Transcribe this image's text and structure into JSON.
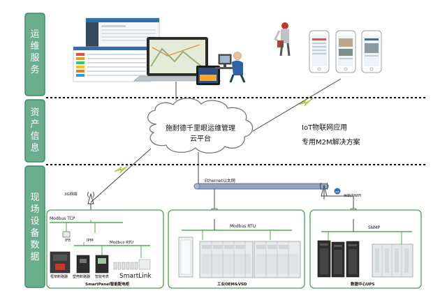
{
  "layers": [
    {
      "chars": [
        "运",
        "维",
        "服",
        "务"
      ]
    },
    {
      "chars": [
        "资",
        "产",
        "信",
        "息"
      ]
    },
    {
      "chars": [
        "现",
        "场",
        "设",
        "备",
        "数",
        "据"
      ]
    }
  ],
  "cloud": {
    "line1": "施耐德千里眼运维管理",
    "line2": "云平台"
  },
  "iot": {
    "line1": "IoT物联网应用",
    "line2": "专用M2M解决方案"
  },
  "network": {
    "ethernet": "Ethernet以太网",
    "g3": "3G网络",
    "wifi_label": "休斯内WiFi",
    "wifi_tag": "WiFi"
  },
  "panel1": {
    "modbus_tcp": "Modbus TCP",
    "ife": "IFE",
    "ipm": "IPM",
    "modbus_rtu": "Modbus RTU",
    "device_labels": [
      "框架断路器",
      "塑壳断路器",
      "智能电表"
    ],
    "smartlink": "SmartLink",
    "title": "SmartPanel智能配电柜"
  },
  "panel2": {
    "bus": "Modbus RTU",
    "title": "工业OEM&VSD"
  },
  "panel3": {
    "bus": "SNMP",
    "title": "数据中心UPS"
  },
  "colors": {
    "side_box": "#6aae8c",
    "side_border": "#3f8a68",
    "panel_border": "#4aa24a",
    "bus_green": "#4caf50",
    "lightning": "#c7e02c",
    "cloud_stroke": "#777777"
  }
}
